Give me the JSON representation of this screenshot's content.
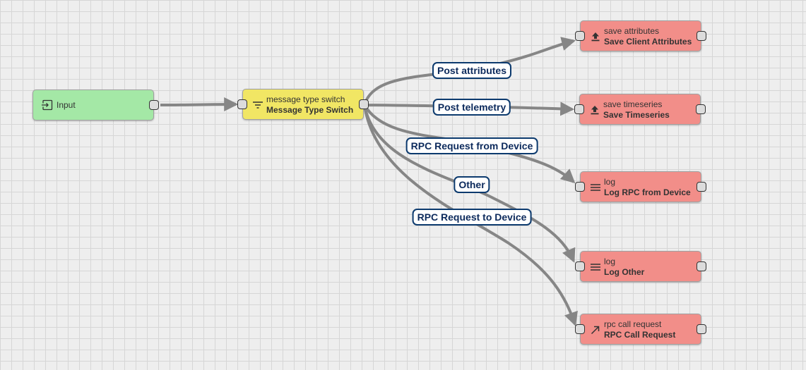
{
  "nodes": {
    "input": {
      "name": "Input",
      "icon": "input-icon"
    },
    "switch": {
      "type": "message type switch",
      "name": "Message Type Switch",
      "icon": "filter-icon"
    },
    "save_attributes": {
      "type": "save attributes",
      "name": "Save Client Attributes",
      "icon": "upload-icon"
    },
    "save_timeseries": {
      "type": "save timeseries",
      "name": "Save Timeseries",
      "icon": "upload-icon"
    },
    "log_rpc": {
      "type": "log",
      "name": "Log RPC from Device",
      "icon": "menu-lines-icon"
    },
    "log_other": {
      "type": "log",
      "name": "Log Other",
      "icon": "menu-lines-icon"
    },
    "rpc_call": {
      "type": "rpc call request",
      "name": "RPC Call Request",
      "icon": "arrow-up-right-icon"
    }
  },
  "links": {
    "post_attributes": "Post attributes",
    "post_telemetry": "Post telemetry",
    "rpc_from_device": "RPC Request from Device",
    "other": "Other",
    "rpc_to_device": "RPC Request to Device"
  },
  "colors": {
    "input_node": "#a4e8a6",
    "filter_node": "#f1e664",
    "action_node": "#f28e89",
    "wire": "#868686",
    "label_border": "#0c3a6e"
  }
}
